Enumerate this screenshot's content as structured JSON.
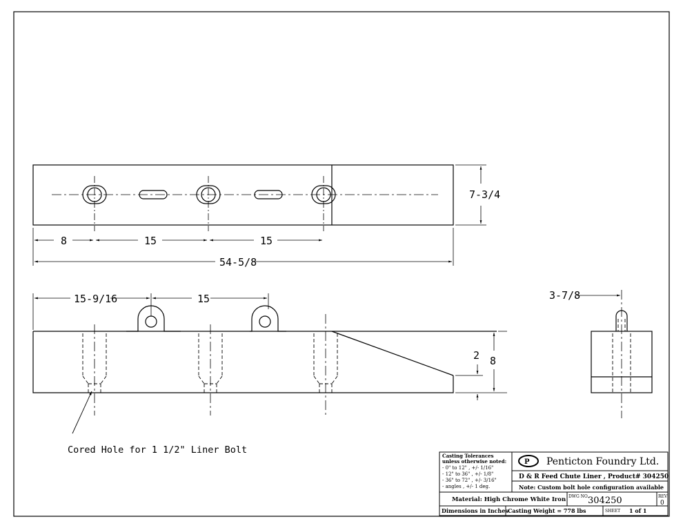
{
  "drawing": {
    "note": "Cored  Hole for 1 1/2\" Liner Bolt"
  },
  "dimensions": {
    "top_left": "8",
    "top_pitch_1": "15",
    "top_pitch_2": "15",
    "overall_length": "54-5/8",
    "width": "7-3/4",
    "side_first": "15-9/16",
    "side_pitch": "15",
    "end_offset": "3-7/8",
    "taper_height": "2",
    "height": "8"
  },
  "title_block": {
    "tolerance_lines": [
      "Casting Tolerances",
      "unless otherwise noted:",
      "- 0\" to 12\"  , +/- 1/16\"",
      "- 12\" to 36\" , +/- 1/8\"",
      "- 36\" to 72\" , +/- 3/16\"",
      "- angles      , +/- 1 deg."
    ],
    "company": "Penticton Foundry Ltd.",
    "product": "D & R Feed Chute Liner , Product# 304250",
    "note": "Note: Custom bolt hole configuration available",
    "material": "Material: High Chrome White Iron",
    "dwg_label": "DWG NO.",
    "dwg_number": "304250",
    "rev_label": "REV",
    "rev_value": "0",
    "units": "Dimensions in Inches",
    "weight": "Casting Weight = 778 lbs",
    "sheet_label": "SHEET",
    "sheet_value": "1 of 1"
  }
}
